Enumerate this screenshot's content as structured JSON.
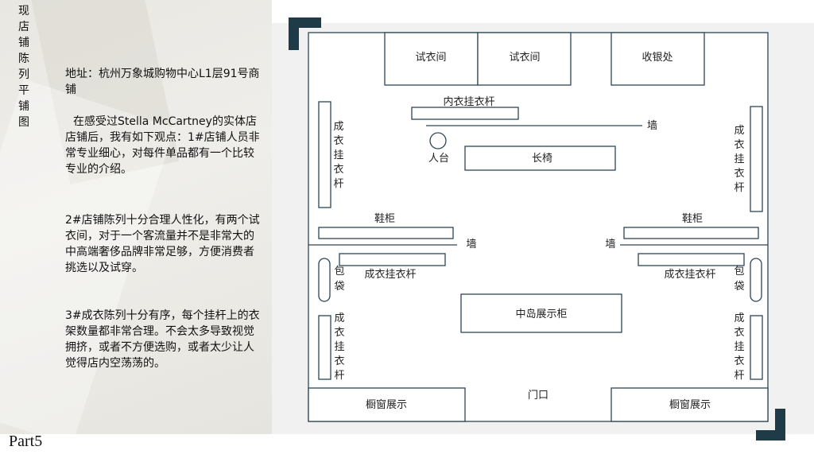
{
  "sidebar": {
    "title_chars": [
      "现",
      "店",
      "铺",
      "陈",
      "列",
      "平",
      "铺",
      "图"
    ],
    "address": "地址：杭州万象城购物中心L1层91号商铺",
    "para1": "在感受过Stella McCartney的实体店店铺后，我有如下观点：1#店铺人员非常专业细心，对每件单品都有一个比较专业的介绍。",
    "para2": "2#店铺陈列十分合理人性化，有两个试衣间，对于一个客流量并不是非常大的中高端奢侈品牌非常足够，方便消费者挑选以及试穿。",
    "para3": "3#成衣陈列十分有序，每个挂杆上的衣架数量都非常合理。不会太多导致视觉拥挤，或者不方便选购，或者太少让人觉得店内空荡荡的。"
  },
  "footer": {
    "part_label": "Part5"
  },
  "floorplan": {
    "fitting_room_1": "试衣间",
    "fitting_room_2": "试衣间",
    "cashier": "收银处",
    "underwear_rack": "内衣挂衣杆",
    "wall_top": "墙",
    "mannequin": "人台",
    "bench": "长椅",
    "left_rack_top": [
      "成",
      "衣",
      "挂",
      "衣",
      "杆"
    ],
    "right_rack_top": [
      "成",
      "衣",
      "挂",
      "衣",
      "杆"
    ],
    "shoe_cabinet_left": "鞋柜",
    "shoe_cabinet_right": "鞋柜",
    "wall_left": "墙",
    "wall_right": "墙",
    "rack_mid_left": "成衣挂衣杆",
    "rack_mid_right": "成衣挂衣杆",
    "bag_left": [
      "包",
      "袋"
    ],
    "bag_right": [
      "包",
      "袋"
    ],
    "island_display": "中岛展示柜",
    "left_rack_bottom": [
      "成",
      "衣",
      "挂",
      "衣",
      "杆"
    ],
    "right_rack_bottom": [
      "成",
      "衣",
      "挂",
      "衣",
      "杆"
    ],
    "entrance": "门口",
    "window_left": "橱窗展示",
    "window_right": "橱窗展示"
  },
  "colors": {
    "line": "#2d4656",
    "accent": "#1f3b47"
  }
}
